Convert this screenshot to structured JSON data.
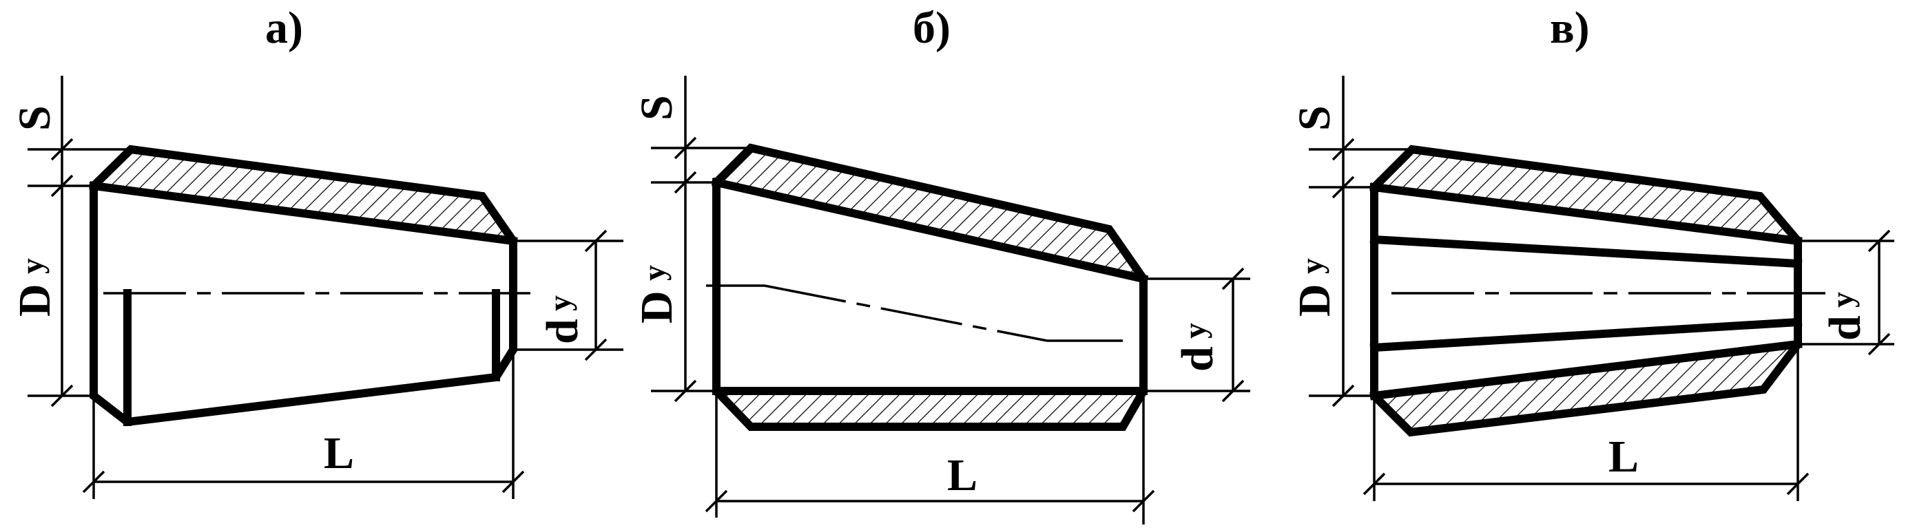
{
  "figures": [
    {
      "id": "a",
      "caption": "а)",
      "labels": {
        "wall": "S",
        "outer_diameter": "D",
        "outer_diameter_sub": "у",
        "inner_diameter": "d",
        "inner_diameter_sub": "у",
        "length": "L"
      }
    },
    {
      "id": "b",
      "caption": "б)",
      "labels": {
        "wall": "S",
        "outer_diameter": "D",
        "outer_diameter_sub": "у",
        "inner_diameter": "d",
        "inner_diameter_sub": "у",
        "length": "L"
      }
    },
    {
      "id": "c",
      "caption": "в)",
      "labels": {
        "wall": "S",
        "outer_diameter": "D",
        "outer_diameter_sub": "у",
        "inner_diameter": "d",
        "inner_diameter_sub": "у",
        "length": "L"
      }
    }
  ],
  "colors": {
    "ink": "#000000",
    "background": "#ffffff"
  }
}
